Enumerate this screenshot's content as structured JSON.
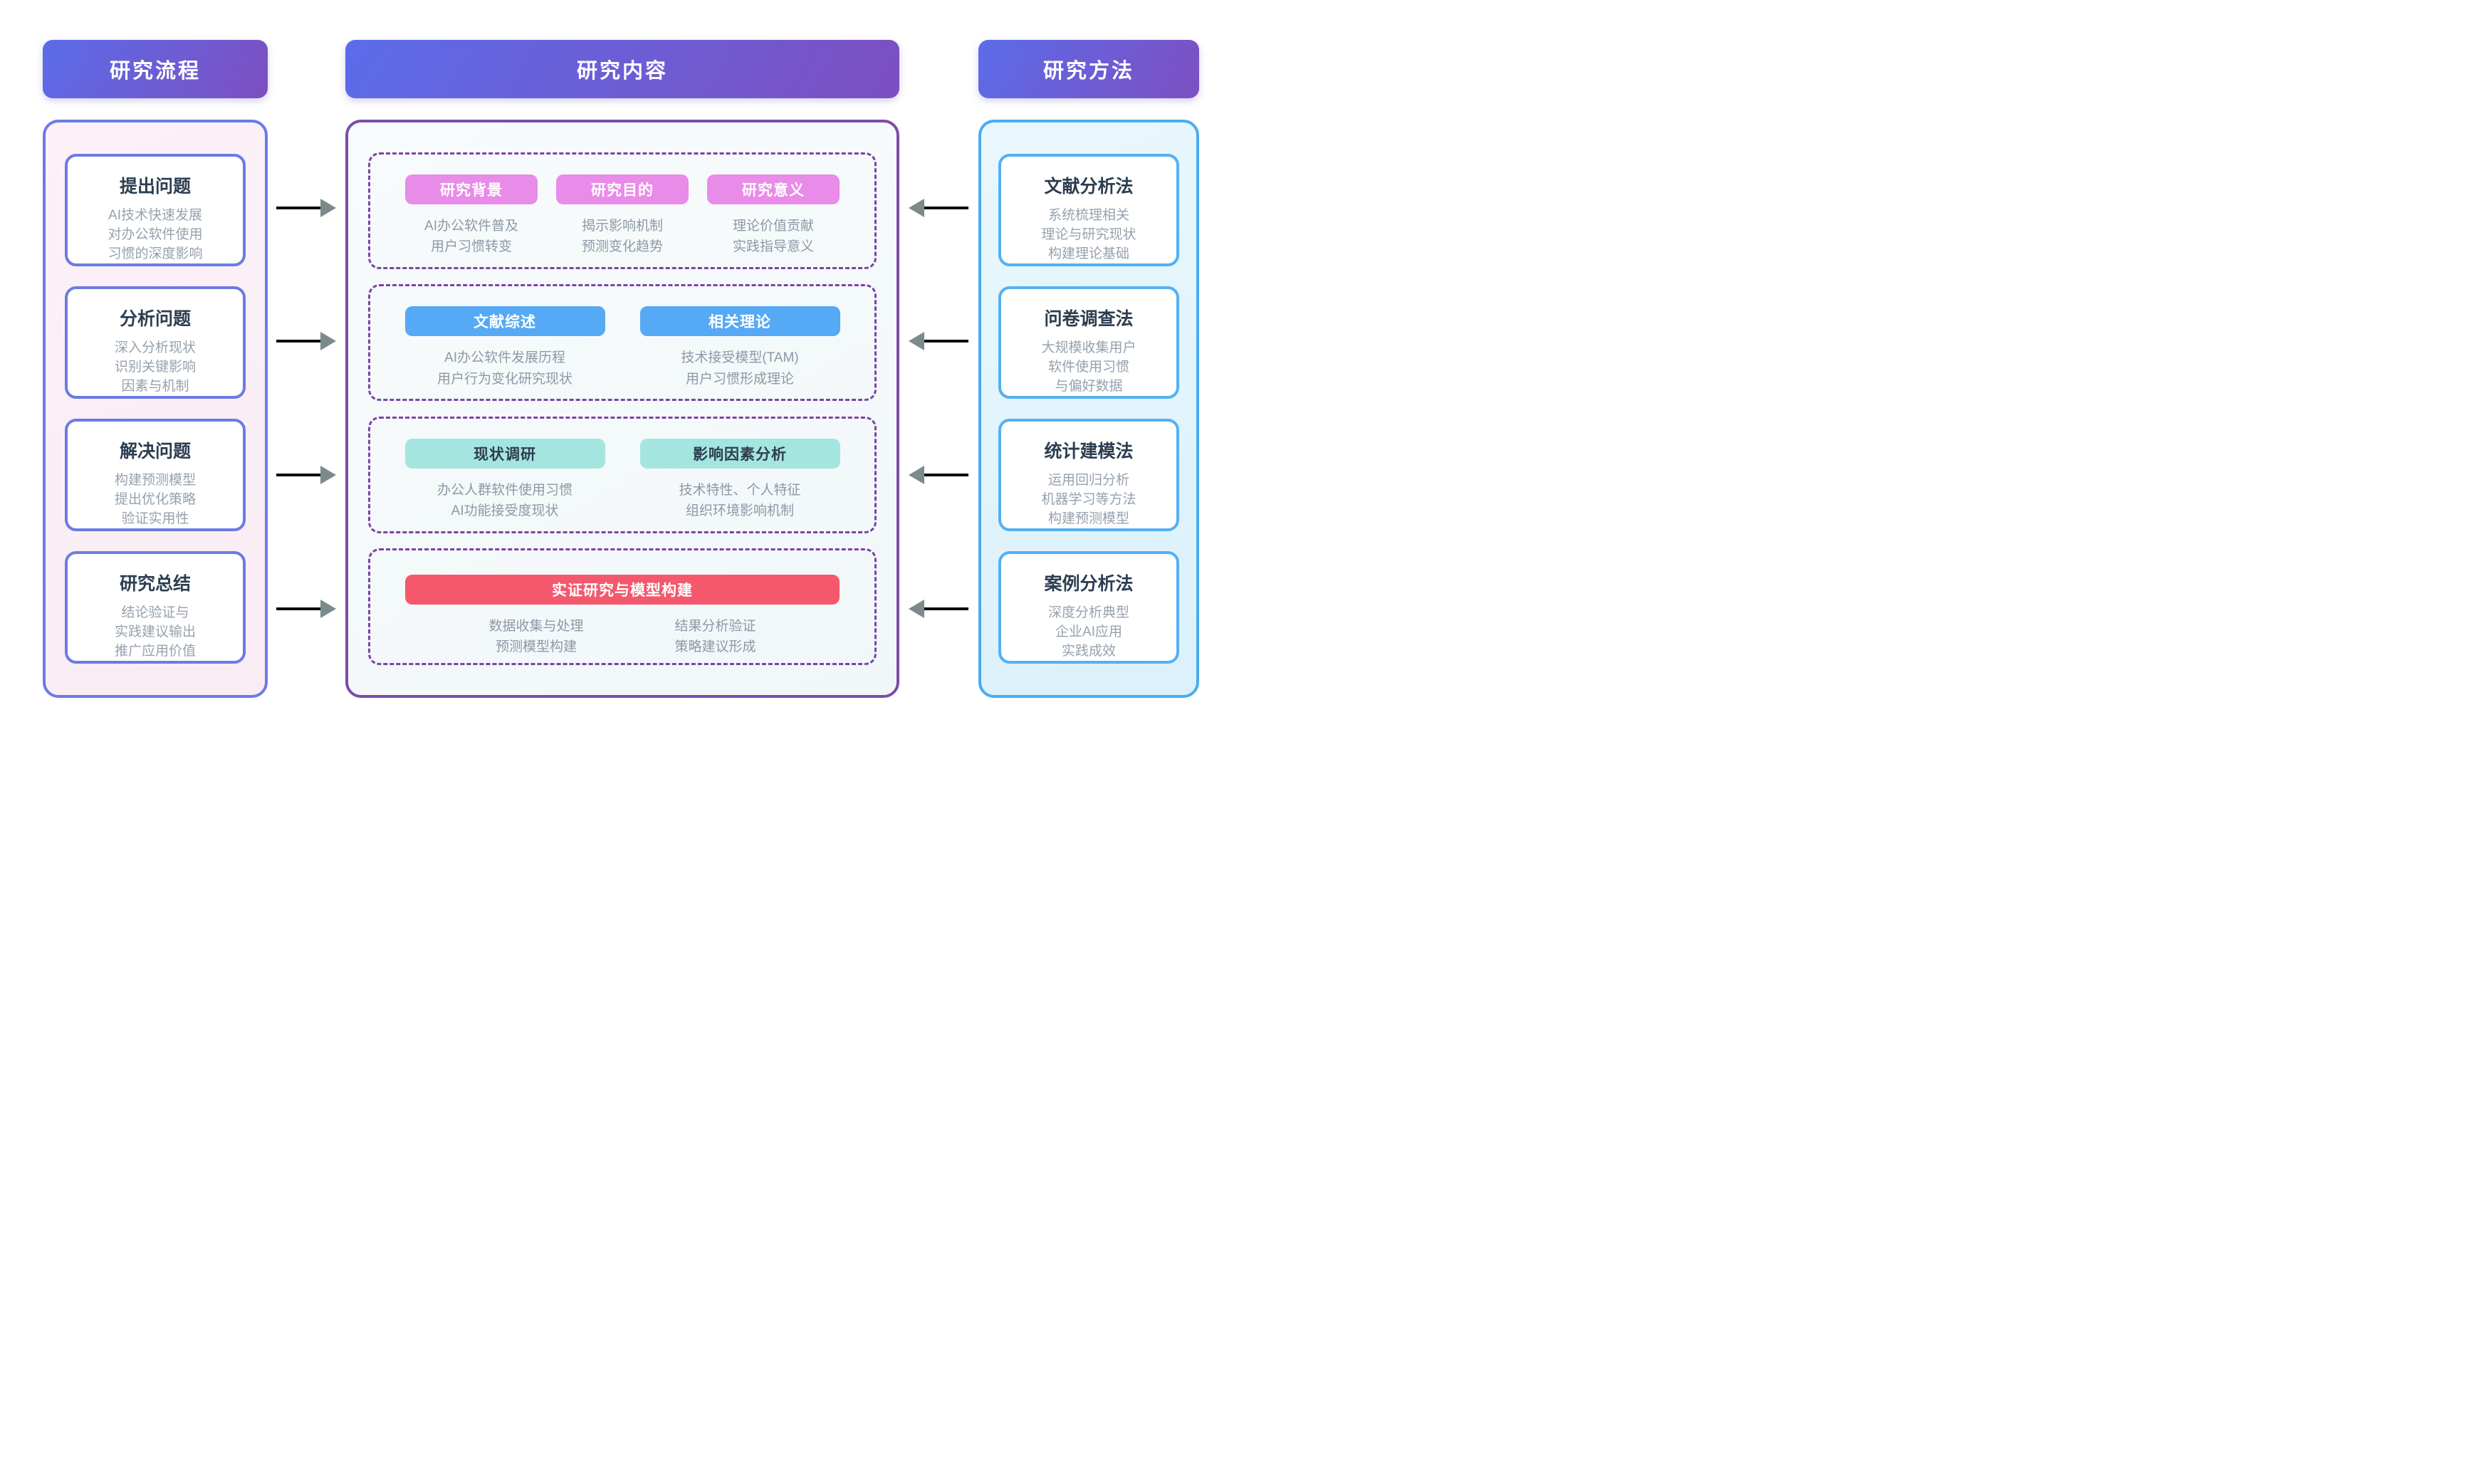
{
  "headers": {
    "left": "研究流程",
    "middle": "研究内容",
    "right": "研究方法"
  },
  "process": {
    "steps": [
      {
        "title": "提出问题",
        "lines": [
          "AI技术快速发展",
          "对办公软件使用",
          "习惯的深度影响"
        ]
      },
      {
        "title": "分析问题",
        "lines": [
          "深入分析现状",
          "识别关键影响",
          "因素与机制"
        ]
      },
      {
        "title": "解决问题",
        "lines": [
          "构建预测模型",
          "提出优化策略",
          "验证实用性"
        ]
      },
      {
        "title": "研究总结",
        "lines": [
          "结论验证与",
          "实践建议输出",
          "推广应用价值"
        ]
      }
    ]
  },
  "content": {
    "sections": [
      {
        "pills": [
          {
            "label": "研究背景",
            "lines": [
              "AI办公软件普及",
              "用户习惯转变"
            ]
          },
          {
            "label": "研究目的",
            "lines": [
              "揭示影响机制",
              "预测变化趋势"
            ]
          },
          {
            "label": "研究意义",
            "lines": [
              "理论价值贡献",
              "实践指导意义"
            ]
          }
        ]
      },
      {
        "pills": [
          {
            "label": "文献综述",
            "lines": [
              "AI办公软件发展历程",
              "用户行为变化研究现状"
            ]
          },
          {
            "label": "相关理论",
            "lines": [
              "技术接受模型(TAM)",
              "用户习惯形成理论"
            ]
          }
        ]
      },
      {
        "pills": [
          {
            "label": "现状调研",
            "lines": [
              "办公人群软件使用习惯",
              "AI功能接受度现状"
            ]
          },
          {
            "label": "影响因素分析",
            "lines": [
              "技术特性、个人特征",
              "组织环境影响机制"
            ]
          }
        ]
      },
      {
        "pill": {
          "label": "实证研究与模型构建"
        },
        "columns": [
          {
            "lines": [
              "数据收集与处理",
              "预测模型构建"
            ]
          },
          {
            "lines": [
              "结果分析验证",
              "策略建议形成"
            ]
          }
        ]
      }
    ]
  },
  "methods": {
    "items": [
      {
        "title": "文献分析法",
        "lines": [
          "系统梳理相关",
          "理论与研究现状",
          "构建理论基础"
        ]
      },
      {
        "title": "问卷调查法",
        "lines": [
          "大规模收集用户",
          "软件使用习惯",
          "与偏好数据"
        ]
      },
      {
        "title": "统计建模法",
        "lines": [
          "运用回归分析",
          "机器学习等方法",
          "构建预测模型"
        ]
      },
      {
        "title": "案例分析法",
        "lines": [
          "深度分析典型",
          "企业AI应用",
          "实践成效"
        ]
      }
    ]
  },
  "colors": {
    "header_gradient_start": "#5b6ce9",
    "header_gradient_end": "#7d4fc1",
    "process_border": "#6b7be4",
    "process_bg": "#faeef6",
    "content_border": "#7c4da8",
    "content_dash": "#7b44a4",
    "methods_border": "#4aacf0",
    "methods_bg": "#e5f5fd",
    "pill_pink": "#e98be9",
    "pill_blue": "#55a9f5",
    "pill_teal": "#a5e5e0",
    "pill_red": "#f4586d",
    "card_title_text": "#2c3e50",
    "card_body_text": "#96a1ae",
    "arrow_line": "#0d0d0d",
    "arrow_head": "#7b8b8b"
  }
}
